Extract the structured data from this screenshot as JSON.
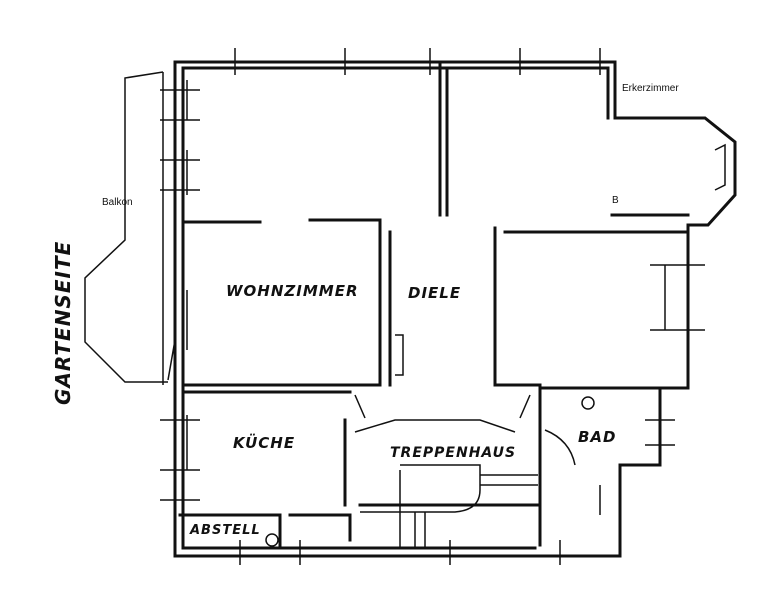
{
  "plan": {
    "side_label": "GARTENSEITE",
    "rooms": {
      "wohnzimmer": "WOHNZIMMER",
      "diele": "DIELE",
      "kueche": "KÜCHE",
      "treppenhaus": "TREPPENHAUS",
      "bad": "BAD",
      "abstell": "ABSTELL",
      "erkerzimmer": "Erkerzimmer",
      "balkon": "Balkon",
      "b_mark": "B"
    }
  }
}
